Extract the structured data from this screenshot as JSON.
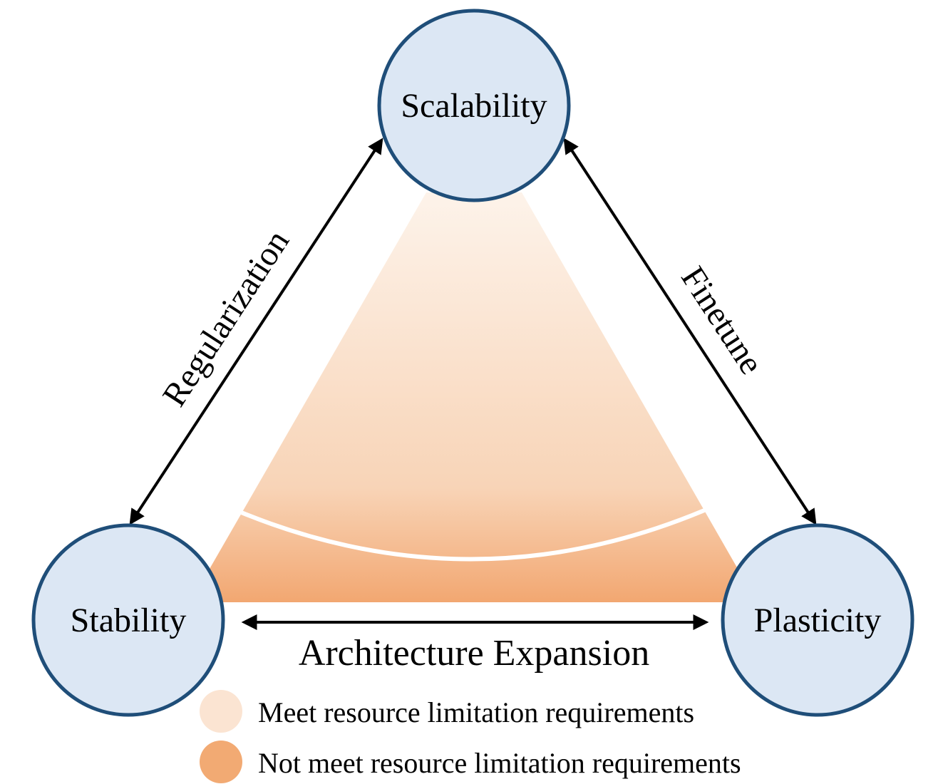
{
  "nodes": {
    "scalability": "Scalability",
    "stability": "Stability",
    "plasticity": "Plasticity"
  },
  "edges": {
    "regularization": "Regularization",
    "finetune": "Finetune",
    "architecture_expansion": "Architecture Expansion"
  },
  "legend": {
    "meet": "Meet resource limitation requirements",
    "not_meet": "Not meet resource limitation requirements"
  },
  "colors": {
    "node_fill": "#dce7f4",
    "node_stroke": "#1f4e79",
    "meet": "#fbe4d2",
    "not_meet": "#f2aa73"
  }
}
